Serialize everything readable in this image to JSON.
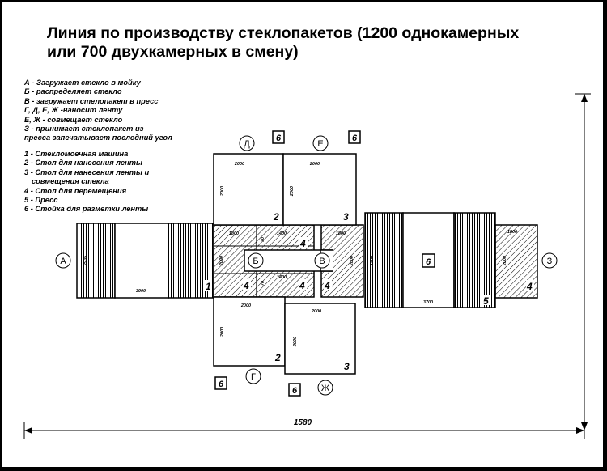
{
  "title_line1": "Линия по производству стеклопакетов (1200 однокамерных",
  "title_line2": "или 700 двухкамерных в смену)",
  "legend_ops": [
    "А - Загружает стекло в мойку",
    "Б - распределяет стекло",
    "В - загружает стелопакет в пресс",
    "Г, Д, Е, Ж -наносит ленту",
    "Е, Ж - совмещает стекло",
    "З - принимает стеклопакет из",
    "пресса запечатывает последний угол"
  ],
  "legend_equipment": [
    "1 - Стекломоечная машина",
    "2 - Стол для нанесения ленты",
    "3 - Стол для нанесения ленты и",
    "совмещения стекла",
    "4 - Стол для перемещения",
    "5 - Пресс",
    "6 - Стойка для разметки ленты"
  ],
  "workers": {
    "a": "А",
    "b": "Б",
    "v": "В",
    "g": "Г",
    "d": "Д",
    "e": "Е",
    "zh": "Ж",
    "z": "З"
  },
  "marks": {
    "m1": "1",
    "m2": "2",
    "m3": "3",
    "m4": "4",
    "m5": "5",
    "m6": "6"
  },
  "dims": {
    "d2935": "2935",
    "d3900": "3900",
    "d2000": "2000",
    "d1800": "1800",
    "d1400": "1400",
    "d70": "70",
    "d1200": "1200",
    "d3700": "3700",
    "total": "1580"
  }
}
